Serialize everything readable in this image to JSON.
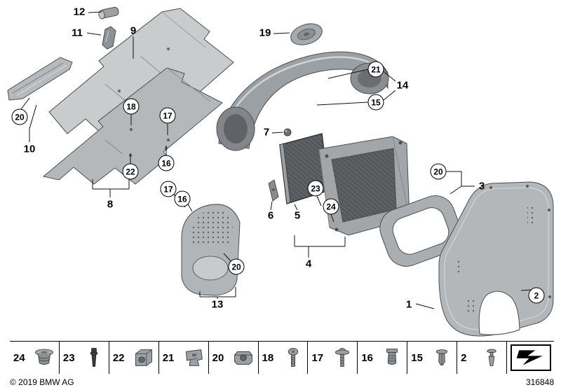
{
  "callouts": {
    "plain": [
      "12",
      "11",
      "9",
      "10",
      "8",
      "19",
      "14",
      "7",
      "6",
      "5",
      "4",
      "13",
      "3",
      "1"
    ],
    "circled": [
      "20",
      "18",
      "17",
      "16",
      "22",
      "17",
      "16",
      "21",
      "15",
      "23",
      "24",
      "20",
      "20",
      "2"
    ]
  },
  "legend": {
    "items": [
      {
        "number": "24",
        "icon": "plastic-grommet-nut"
      },
      {
        "number": "23",
        "icon": "plug-screw"
      },
      {
        "number": "22",
        "icon": "sheet-metal-clip-nut"
      },
      {
        "number": "21",
        "icon": "spring-clip"
      },
      {
        "number": "20",
        "icon": "cage-nut-clip"
      },
      {
        "number": "18",
        "icon": "torx-screw"
      },
      {
        "number": "17",
        "icon": "washer-screw"
      },
      {
        "number": "16",
        "icon": "expansion-nut"
      },
      {
        "number": "15",
        "icon": "expanding-rivet"
      },
      {
        "number": "2",
        "icon": "push-pin-rivet"
      },
      {
        "number": "",
        "icon": "next-diagram-arrow"
      }
    ]
  },
  "footer": {
    "copyright": "© 2019 BMW AG",
    "diagram_number": "316848"
  }
}
